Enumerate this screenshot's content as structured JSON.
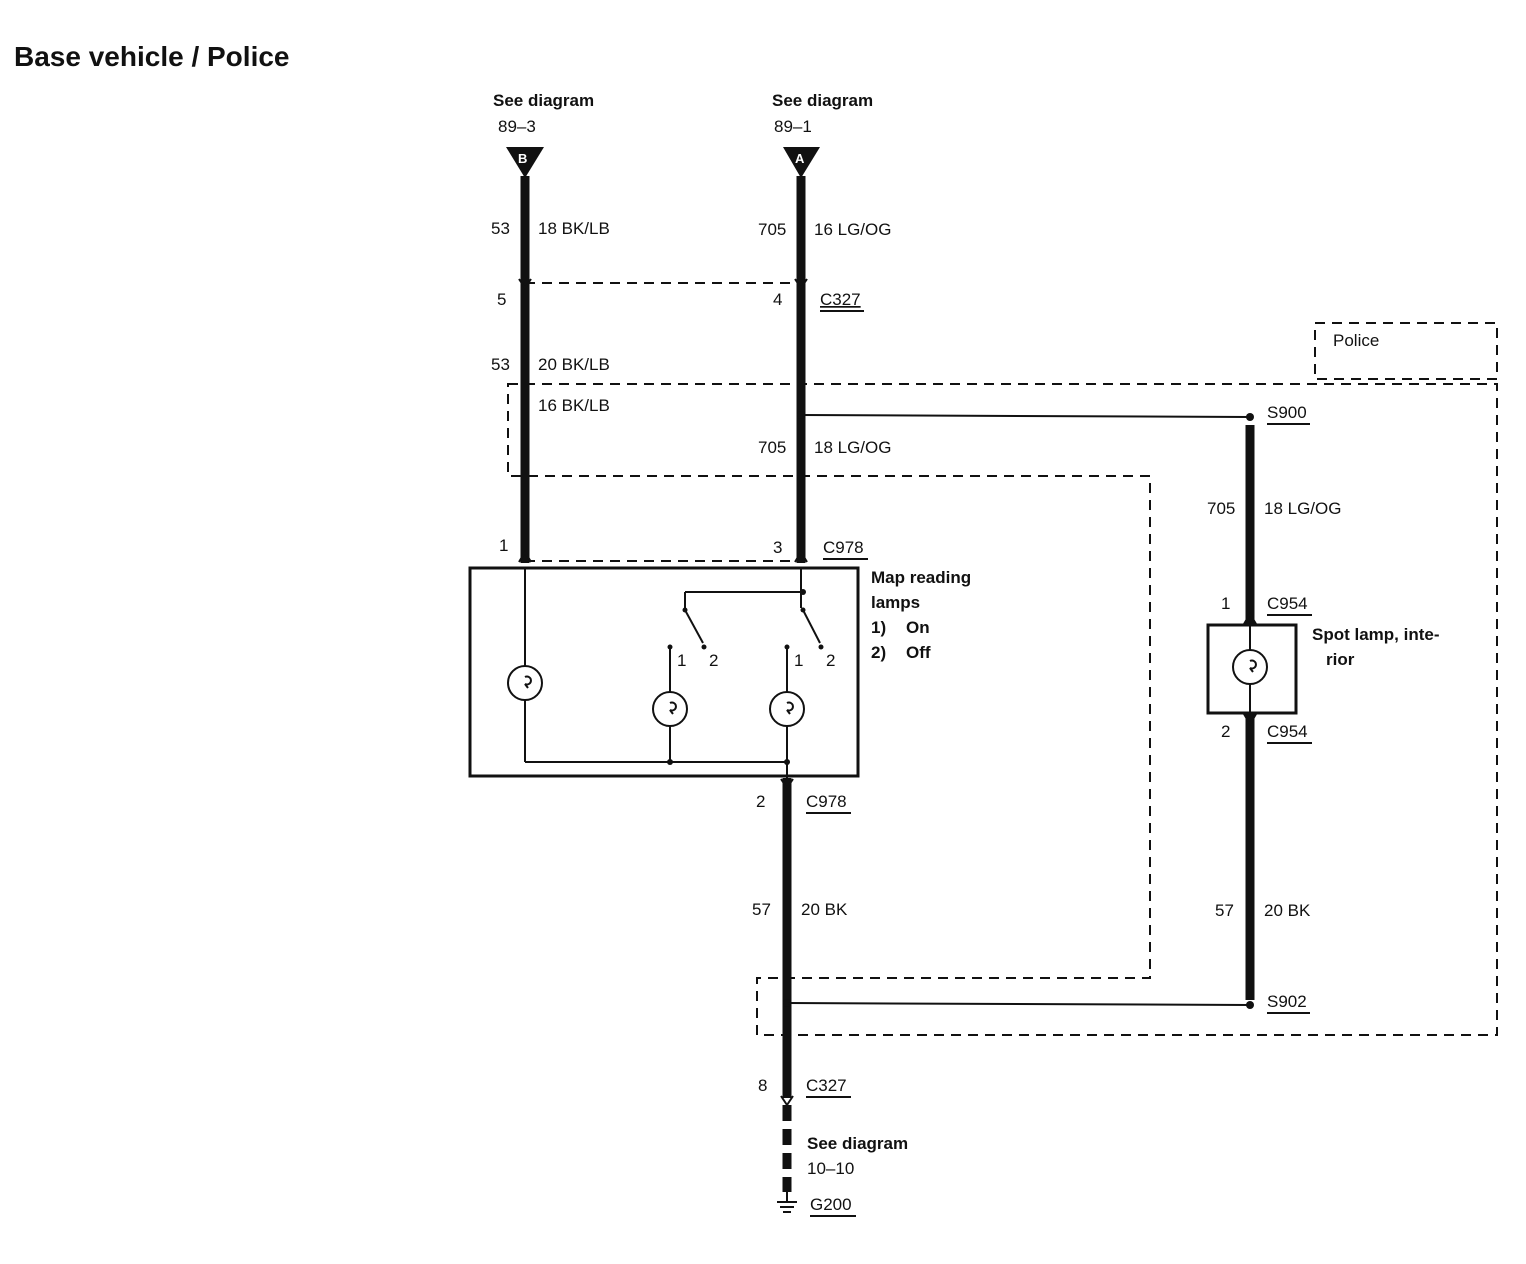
{
  "title": "Base vehicle / Police",
  "refs": {
    "left_see": "See diagram",
    "left_num": "89–3",
    "left_tag": "B",
    "mid_see": "See diagram",
    "mid_num": "89–1",
    "mid_tag": "A",
    "bottom_see": "See diagram",
    "bottom_num": "10–10"
  },
  "circuits": {
    "c53": "53",
    "c705": "705",
    "c57": "57"
  },
  "wires": {
    "w18bklb": "18 BK/LB",
    "w16lgog": "16 LG/OG",
    "w20bklb": "20 BK/LB",
    "w16bklb": "16 BK/LB",
    "w18lgog": "18 LG/OG",
    "w20bk": "20 BK"
  },
  "connectors": {
    "c327": "C327",
    "c978": "C978",
    "c954": "C954",
    "s900": "S900",
    "s902": "S902",
    "g200": "G200"
  },
  "pins": {
    "p1": "1",
    "p2": "2",
    "p3": "3",
    "p4": "4",
    "p5": "5",
    "p8": "8"
  },
  "components": {
    "map_line1": "Map reading",
    "map_line2": "lamps",
    "opt1_num": "1)",
    "opt1_txt": "On",
    "opt2_num": "2)",
    "opt2_txt": "Off",
    "spot_line1": "Spot lamp, inte-",
    "spot_line2": "rior",
    "police": "Police"
  },
  "icons": [
    "connector-arrow-icon",
    "lamp-icon",
    "switch-icon",
    "ground-icon",
    "splice-icon"
  ]
}
